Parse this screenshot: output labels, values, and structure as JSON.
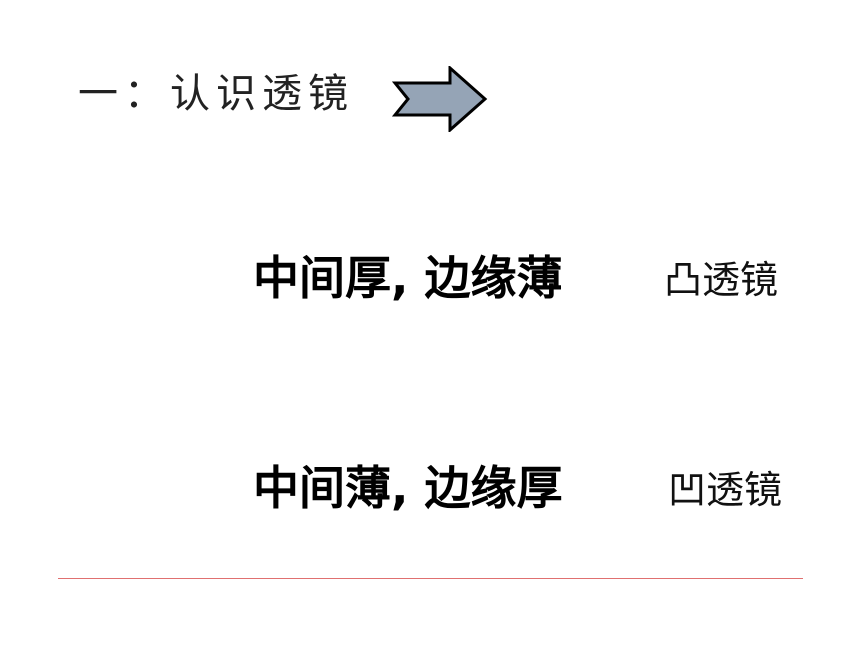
{
  "slide": {
    "title": "一：认识透镜",
    "rows": [
      {
        "description": "中间厚, 边缘薄",
        "term": "凸透镜"
      },
      {
        "description": "中间薄, 边缘厚",
        "term": "凹透镜"
      }
    ]
  },
  "colors": {
    "arrow_fill": "#95a4b6",
    "arrow_stroke": "#000000",
    "divider": "#e07070"
  },
  "icons": {
    "arrow": "right-arrow-icon"
  }
}
